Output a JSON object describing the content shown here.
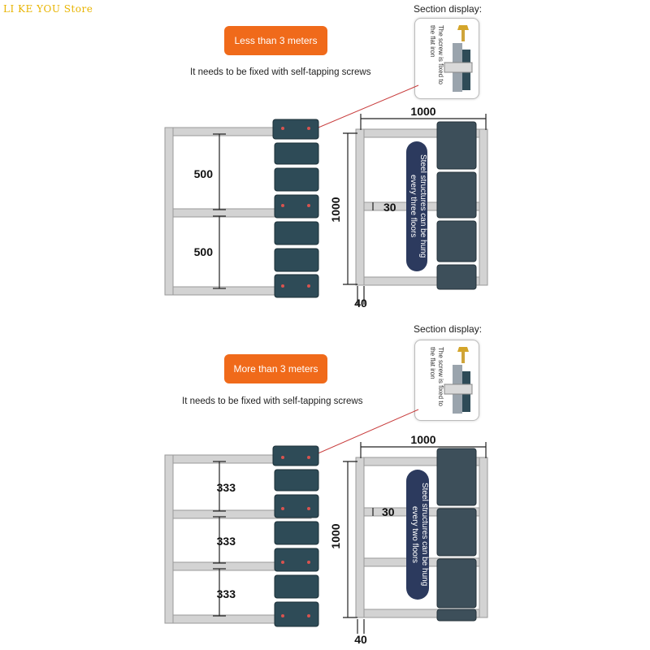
{
  "store_name": "LI KE YOU Store",
  "colors": {
    "accent": "#f06a1a",
    "bin": "#2e4b57",
    "frame": "#c8c8c8",
    "pill": "#2c3a5e"
  },
  "top": {
    "badge": "Less than 3 meters",
    "instruction": "It needs to be fixed with self-tapping screws",
    "section_label": "Section display:",
    "callout_text": "The screw is fixed to the flat iron",
    "dims": {
      "spacing_1": "500",
      "spacing_2": "500",
      "width": "1000",
      "height": "1000",
      "bar": "30",
      "post": "40"
    },
    "pill_text": "Steel structures can be hung every three floors"
  },
  "bottom": {
    "badge": "More than 3 meters",
    "instruction": "It needs to be fixed with self-tapping screws",
    "section_label": "Section display:",
    "callout_text": "The screw is fixed to the flat iron",
    "dims": {
      "spacing_1": "333",
      "spacing_2": "333",
      "spacing_3": "333",
      "width": "1000",
      "height": "1000",
      "bar": "30",
      "post": "40"
    },
    "pill_text": "Steel structures can be hung every two floors"
  }
}
